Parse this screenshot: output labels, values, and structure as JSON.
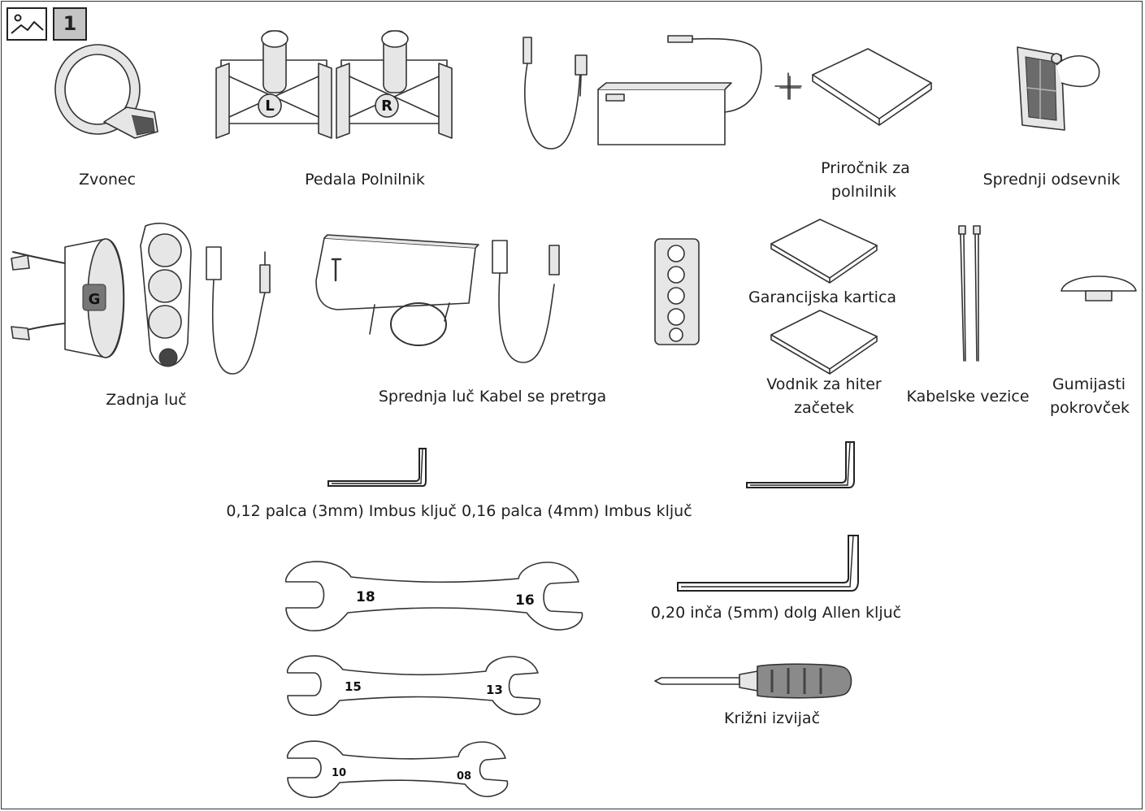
{
  "header": {
    "image_icon": "image-icon",
    "step_number": "1"
  },
  "items": {
    "bell": "Zvonec",
    "pedal_charger": "Pedala Polnilnik",
    "charger_manual": [
      "Priročnik za",
      "polnilnik"
    ],
    "front_reflector": "Sprednji odsevnik",
    "rear_light": "Zadnja luč",
    "front_light_cable": "Sprednja luč Kabel se pretrga",
    "warranty_card": "Garancijska kartica",
    "quick_start": [
      "Vodnik za hiter",
      "začetek"
    ],
    "cable_ties": "Kabelske vezice",
    "rubber_cap": [
      "Gumijasti",
      "pokrovček"
    ],
    "hex_keys": "0,12 palca (3mm) Imbus ključ 0,16 palca (4mm) Imbus ključ",
    "long_allen": "0,20 inča (5mm) dolg Allen ključ",
    "screwdriver": "Križni izvijač"
  },
  "pedal_marks": {
    "left": "L",
    "right": "R"
  },
  "wrenches": [
    {
      "left": "18",
      "right": "16"
    },
    {
      "left": "15",
      "right": "13"
    },
    {
      "left": "10",
      "right": "08"
    }
  ]
}
